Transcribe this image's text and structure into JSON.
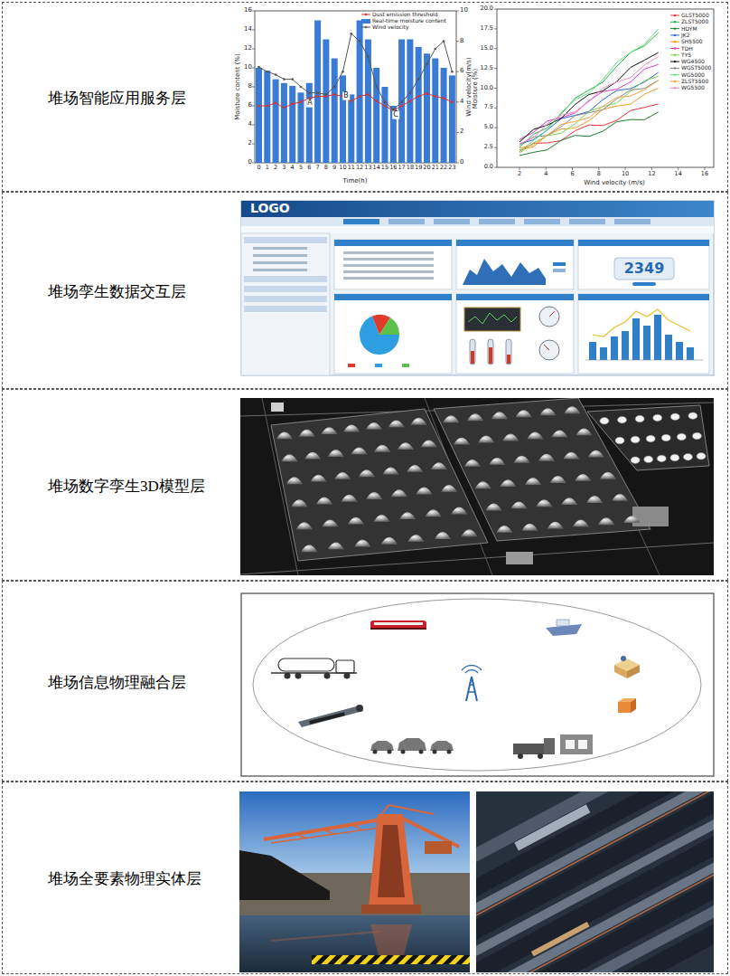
{
  "diagram": {
    "nodes": [
      {
        "text": [
          "堆场智能应用服务层"
        ]
      },
      {
        "text": [
          "堆场孪生数据交互层"
        ]
      },
      {
        "text": [
          "堆场数字孪生3D模型层"
        ]
      },
      {
        "text": [
          "堆场信息物理融合层"
        ]
      },
      {
        "text": [
          "堆场全要素物理实体层"
        ]
      }
    ],
    "labels": [
      "0",
      "2",
      "4",
      "6",
      "8",
      "10",
      "12",
      "14",
      "16",
      "0",
      "2",
      "4",
      "6",
      "8",
      "10",
      "0",
      "1",
      "2",
      "3",
      "4",
      "5",
      "6",
      "7",
      "8",
      "9",
      "10",
      "11",
      "12",
      "13",
      "14",
      "15",
      "16",
      "17",
      "18",
      "19",
      "20",
      "21",
      "22",
      "23",
      "Moisture content (%)",
      "Time(h)",
      "Wind velocity(m/s)",
      "A",
      "B",
      "C",
      "0.0",
      "2.5",
      "5.0",
      "7.5",
      "10.0",
      "12.5",
      "15.0",
      "17.5",
      "20.0",
      "2",
      "4",
      "6",
      "8",
      "10",
      "12",
      "14",
      "16",
      "Moisture (%)",
      "Wind velocity (m/s)",
      "LOGO",
      "2349"
    ],
    "legend": [
      {
        "text": "Dust emission threshold"
      },
      {
        "text": "Real-time moisture content",
        "color": "#3a7bd5"
      },
      {
        "text": "Wind velocity"
      },
      {
        "text": "GLST5000"
      },
      {
        "text": "ZLST5000"
      },
      {
        "text": "HDYM"
      },
      {
        "text": "JK2"
      },
      {
        "text": "SH5500"
      },
      {
        "text": "TDH"
      },
      {
        "text": "TY5"
      },
      {
        "text": "WG4500"
      },
      {
        "text": "WGST5000"
      },
      {
        "text": "WG5000"
      },
      {
        "text": "ZLST5500"
      },
      {
        "text": "WG5500"
      }
    ]
  }
}
